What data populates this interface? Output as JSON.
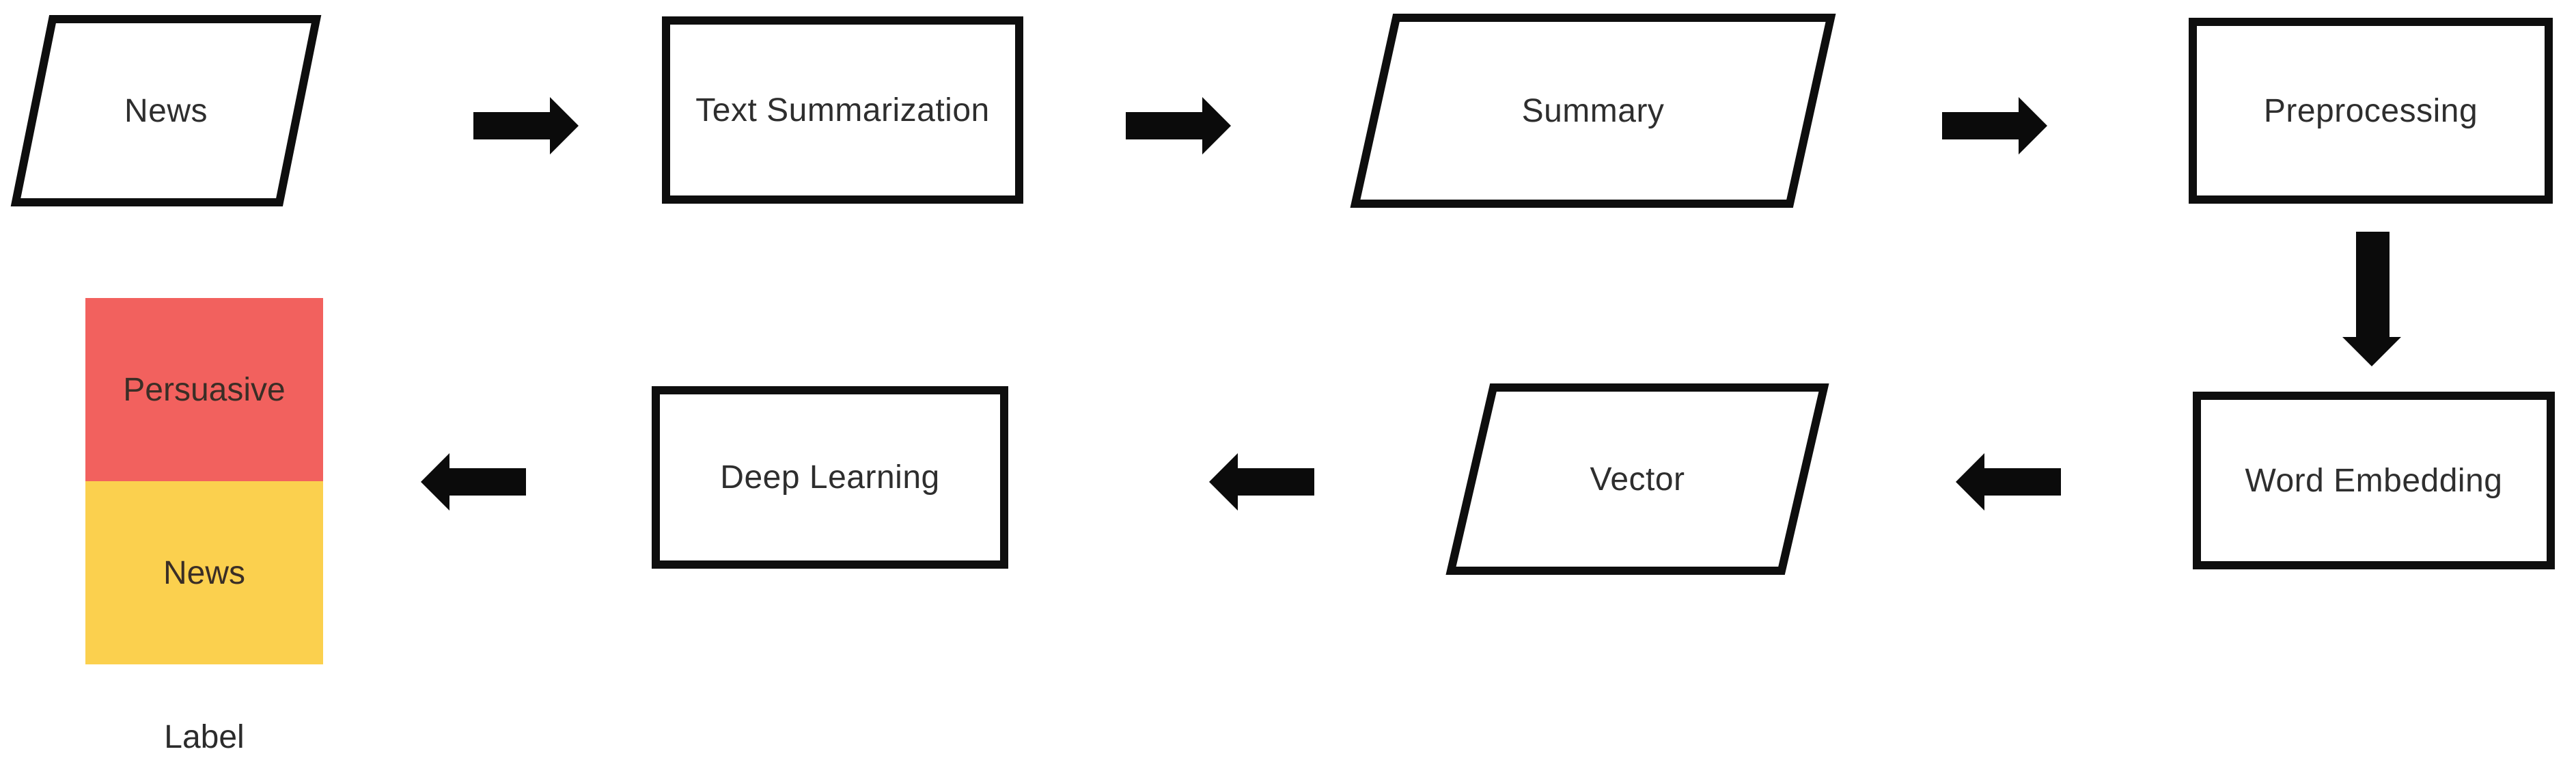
{
  "palette": {
    "stroke": "#0e0e0e",
    "arrow": "#0b0b0b",
    "text": "#2e2e2e",
    "class_red": "#f2615e",
    "class_yellow": "#fbd04e"
  },
  "nodes": {
    "news": {
      "label": "News",
      "shape": "parallelogram"
    },
    "text_summarization": {
      "label": "Text Summarization",
      "shape": "process"
    },
    "summary": {
      "label": "Summary",
      "shape": "parallelogram"
    },
    "preprocessing": {
      "label": "Preprocessing",
      "shape": "process"
    },
    "word_embedding": {
      "label": "Word Embedding",
      "shape": "process"
    },
    "vector": {
      "label": "Vector",
      "shape": "parallelogram"
    },
    "deep_learning": {
      "label": "Deep Learning",
      "shape": "process"
    }
  },
  "output": {
    "caption": "Label",
    "classes": [
      {
        "label": "Persuasive",
        "color": "#f2615e"
      },
      {
        "label": "News",
        "color": "#fbd04e"
      }
    ]
  },
  "arrows": [
    {
      "id": "news-to-text-summarization",
      "direction": "right"
    },
    {
      "id": "text-summarization-to-summary",
      "direction": "right"
    },
    {
      "id": "summary-to-preprocessing",
      "direction": "right"
    },
    {
      "id": "preprocessing-to-word-embedding",
      "direction": "down"
    },
    {
      "id": "word-embedding-to-vector",
      "direction": "left"
    },
    {
      "id": "vector-to-deep-learning",
      "direction": "left"
    },
    {
      "id": "deep-learning-to-label",
      "direction": "left"
    }
  ]
}
